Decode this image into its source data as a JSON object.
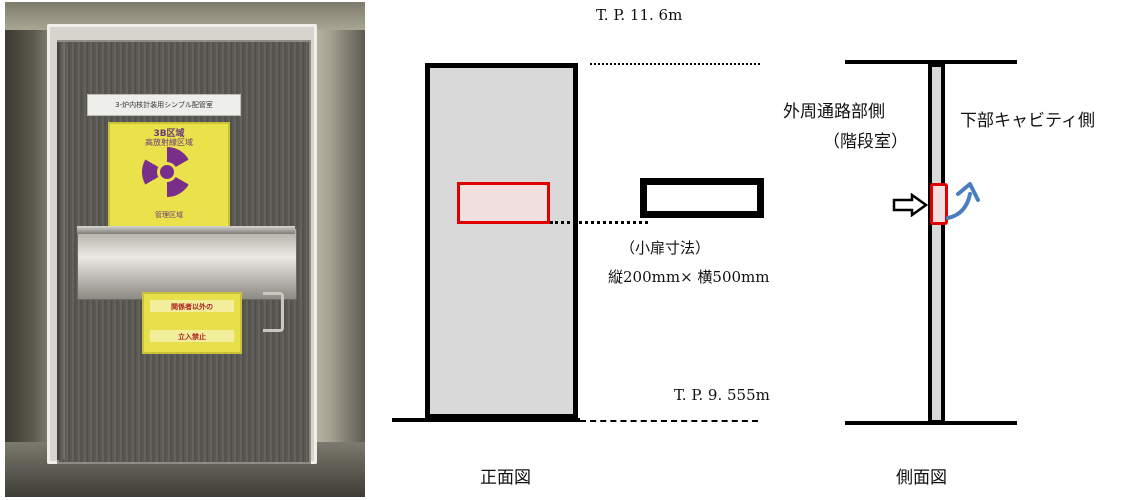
{
  "photo": {
    "room_plate": "3-炉内核計装用シンブル配管室",
    "warning_sign": {
      "line1": "3B区域",
      "line2": "高放射線区域",
      "line3": "管理区域"
    },
    "entry_sign": {
      "line1": "関係者以外の",
      "line2": "立入禁止"
    }
  },
  "diagram": {
    "level_top": "T. P. 11. 6m",
    "level_bottom": "T. P. 9. 555m",
    "small_door_title": "（小扉寸法）",
    "small_door_size": "縦200mm× 横500mm",
    "outer_side": "外周通路部側",
    "stair_room": "（階段室）",
    "lower_side": "下部キャビティ側",
    "front_caption": "正面図",
    "side_caption": "側面図",
    "colors": {
      "frame_outline": "#e00000",
      "door_swing": "#4a7ec0",
      "wall_fill": "#d9d9d9"
    }
  }
}
